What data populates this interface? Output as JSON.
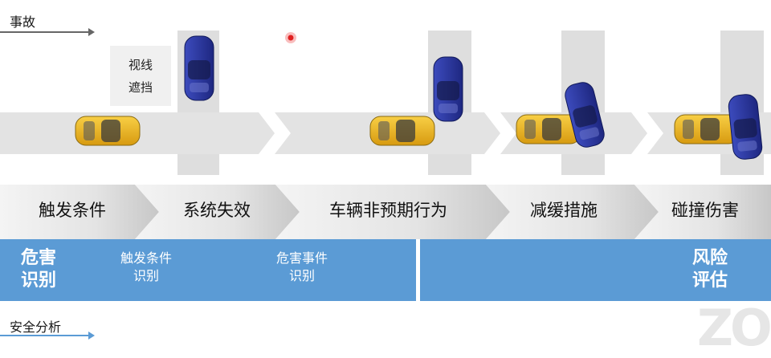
{
  "labels": {
    "top": "事故",
    "bottom": "安全分析",
    "occlusion": [
      "视线",
      "遮挡"
    ]
  },
  "steps": [
    {
      "label": "触发条件"
    },
    {
      "label": "系统失效"
    },
    {
      "label": "车辆非预期行为"
    },
    {
      "label": "减缓措施"
    },
    {
      "label": "碰撞伤害"
    }
  ],
  "band": {
    "hazard_id": [
      "危害",
      "识别"
    ],
    "trigger_id": [
      "触发条件",
      "识别"
    ],
    "event_id": [
      "危害事件",
      "识别"
    ],
    "risk_eval": [
      "风险",
      "评估"
    ]
  },
  "watermark": "ZO",
  "colors": {
    "road": "#e3e3e3",
    "chevron_light": "#f2f2f2",
    "chevron_dark": "#c9c9c9",
    "band": "#5b9bd5",
    "car_yellow": "#f2b620",
    "car_blue": "#2c3a9e",
    "arrow": "#666666",
    "marker": "#e02020"
  }
}
